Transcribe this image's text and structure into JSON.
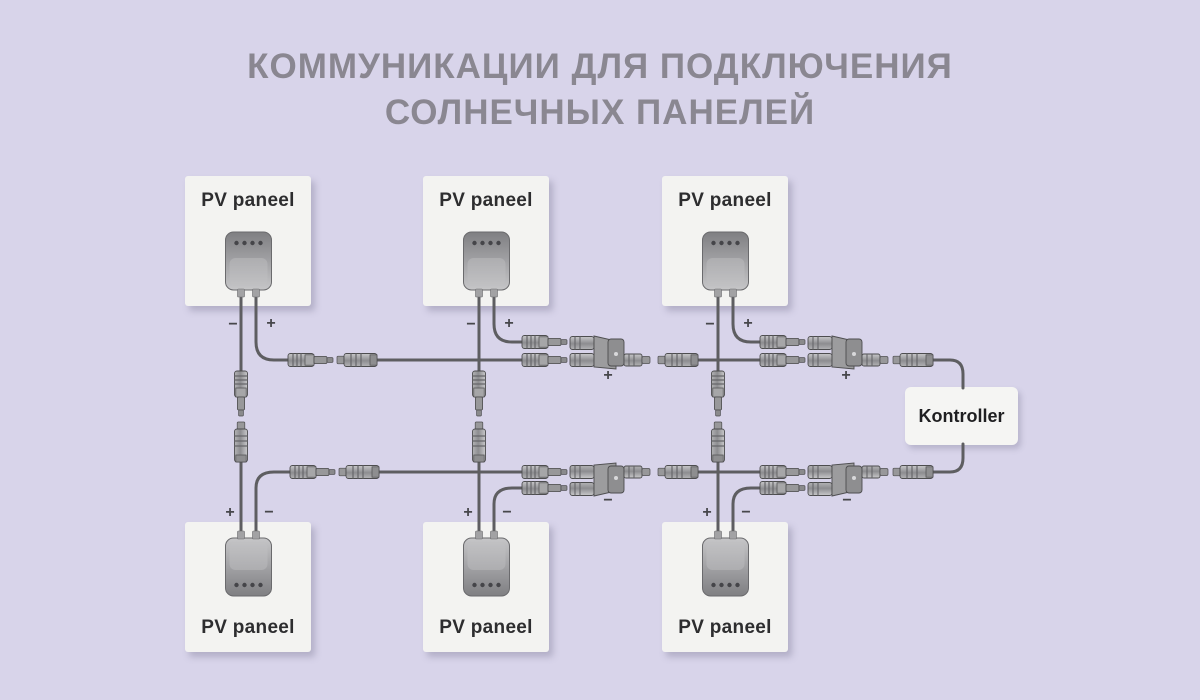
{
  "title": {
    "line1": "КОММУНИКАЦИИ ДЛЯ ПОДКЛЮЧЕНИЯ",
    "line2": "СОЛНЕЧНЫХ ПАНЕЛЕЙ"
  },
  "panels": {
    "top": [
      "PV paneel",
      "PV paneel",
      "PV paneel"
    ],
    "bottom": [
      "PV paneel",
      "PV paneel",
      "PV paneel"
    ]
  },
  "controller": {
    "label": "Kontroller"
  },
  "polarity": {
    "plus": "+",
    "minus": "−"
  },
  "colors": {
    "background": "#d8d4ea",
    "title_text": "#8a8791",
    "panel_background": "#f3f3f1",
    "panel_text": "#2d2d2f",
    "wire": "#5e5e61",
    "connector_outline": "#4d4d4f",
    "polarity_text": "#47474b"
  }
}
